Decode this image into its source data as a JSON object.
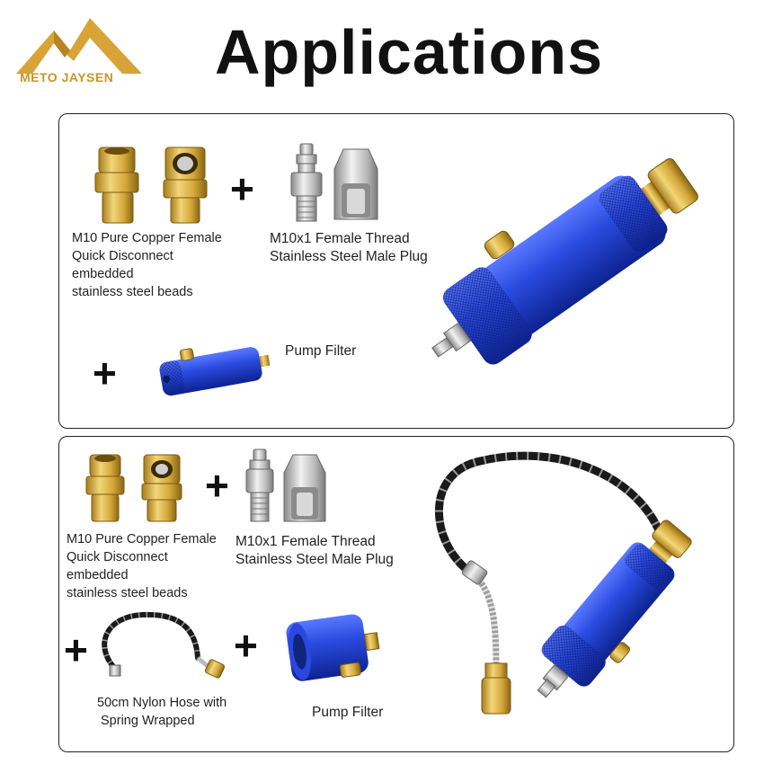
{
  "brand": {
    "name": "METO JAYSEN"
  },
  "title": "Applications",
  "panel1": {
    "plus_1": "+",
    "plus_2": "+",
    "copper_label": [
      "M10 Pure Copper Female",
      "Quick Disconnect",
      "embedded",
      "stainless steel beads"
    ],
    "plug_label": [
      "M10x1 Female Thread",
      "Stainless Steel Male Plug"
    ],
    "filter_label": "Pump Filter"
  },
  "panel2": {
    "plus_1": "+",
    "plus_2": "+",
    "plus_3": "+",
    "copper_label": [
      "M10 Pure Copper Female",
      "Quick Disconnect",
      "embedded",
      "stainless steel beads"
    ],
    "plug_label": [
      "M10x1 Female Thread",
      "Stainless Steel Male Plug"
    ],
    "hose_label": [
      "50cm Nylon Hose with",
      "Spring Wrapped"
    ],
    "filter_label": "Pump Filter"
  },
  "colors": {
    "brass": "#d4a83a",
    "steel": "#b9b9b9",
    "blue": "#1f3fc9",
    "logo_gold": "#c9962a"
  }
}
